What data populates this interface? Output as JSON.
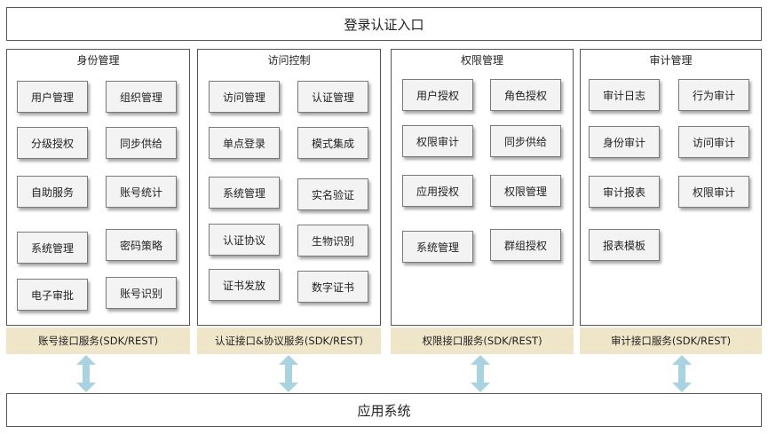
{
  "top_label": "登录认证入口",
  "bottom_label": "应用系统",
  "colors": {
    "interface_fill": "#efe5c8",
    "arrow": "#a9d3e0",
    "module_fill": "#f3f3f3",
    "border": "#555555"
  },
  "panels": [
    {
      "title": "身份管理",
      "interface": "账号接口服务(SDK/REST)",
      "modules": [
        "用户管理",
        "组织管理",
        "分级授权",
        "同步供给",
        "自助服务",
        "账号统计",
        "系统管理",
        "密码策略",
        "电子审批",
        "账号识别"
      ]
    },
    {
      "title": "访问控制",
      "interface": "认证接口&协议服务(SDK/REST)",
      "modules": [
        "访问管理",
        "认证管理",
        "单点登录",
        "模式集成",
        "系统管理",
        "实名验证",
        "认证协议",
        "生物识别",
        "证书发放",
        "数字证书"
      ]
    },
    {
      "title": "权限管理",
      "interface": "权限接口服务(SDK/REST)",
      "modules": [
        "用户授权",
        "角色授权",
        "权限审计",
        "同步供给",
        "应用授权",
        "权限管理",
        "系统管理",
        "群组授权"
      ]
    },
    {
      "title": "审计管理",
      "interface": "审计接口服务(SDK/REST)",
      "modules": [
        "审计日志",
        "行为审计",
        "身份审计",
        "访问审计",
        "审计报表",
        "权限审计",
        "报表模板"
      ]
    }
  ]
}
